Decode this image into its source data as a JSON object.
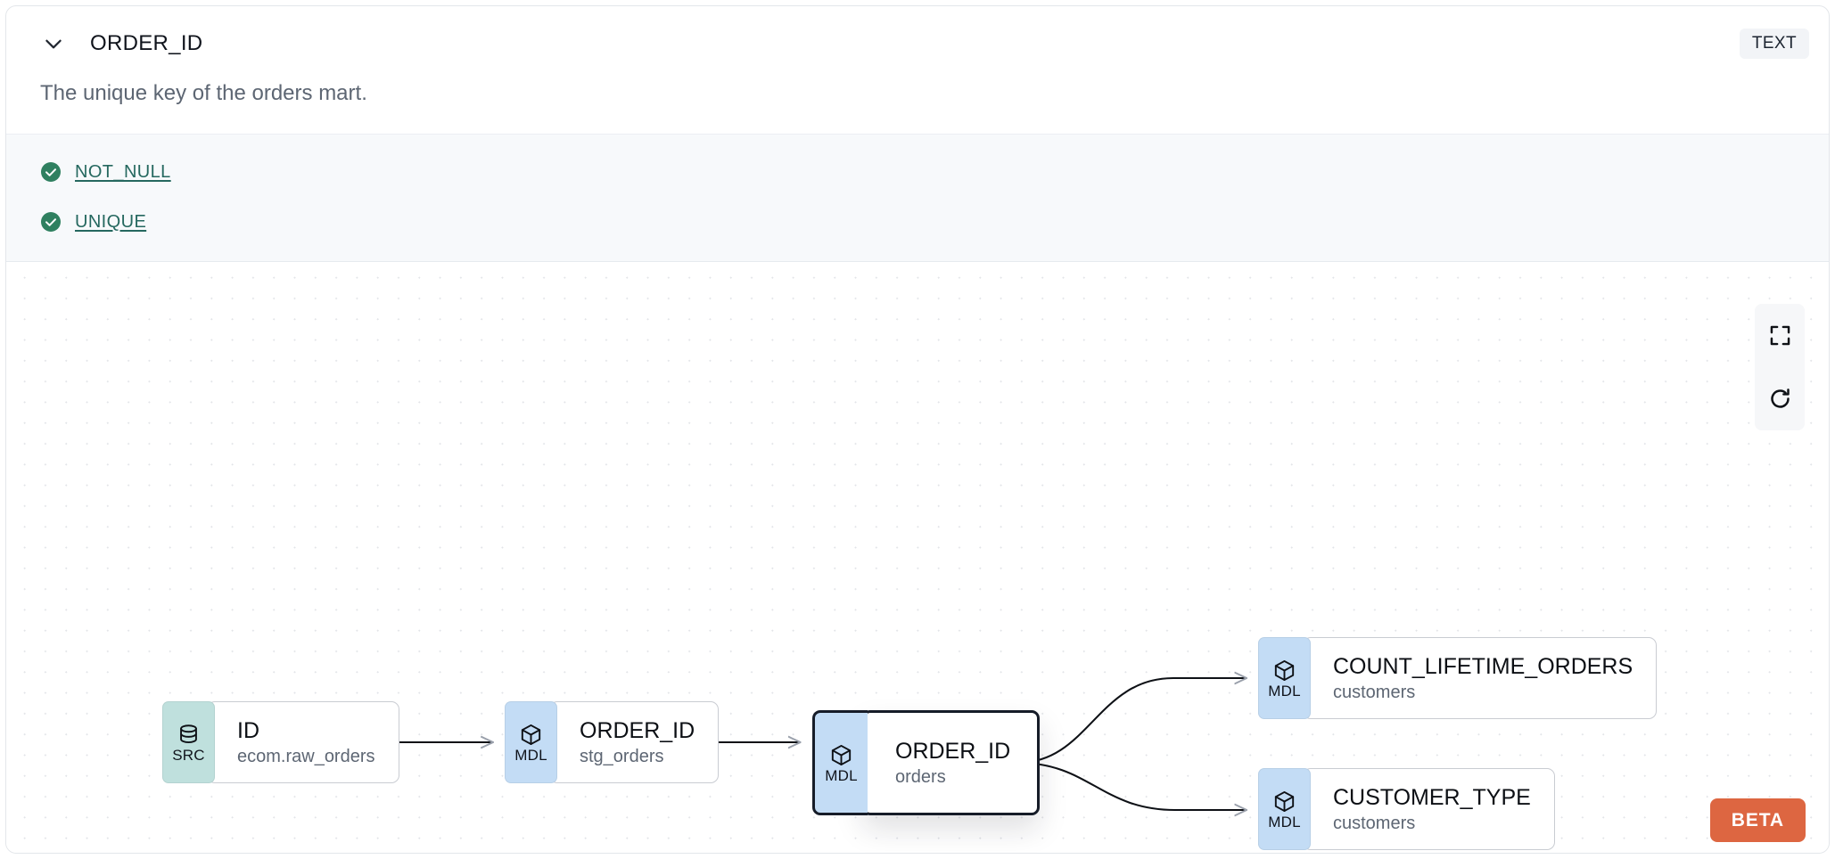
{
  "header": {
    "collapse_icon": "chevron-down-icon",
    "column_name": "ORDER_ID",
    "data_type_badge": "TEXT"
  },
  "description": "The unique key of the orders mart.",
  "tests": {
    "items": [
      {
        "status_icon": "check-circle-icon",
        "label": "NOT_NULL",
        "status": "passing"
      },
      {
        "status_icon": "check-circle-icon",
        "label": "UNIQUE",
        "status": "passing"
      }
    ],
    "pass_color": "#2f8060",
    "link_color": "#25685f"
  },
  "lineage": {
    "nodes": [
      {
        "id": "src",
        "badge": "SRC",
        "badge_icon": "database-icon",
        "badge_color": "#bfe0dd",
        "name": "ID",
        "subtitle": "ecom.raw_orders",
        "selected": false
      },
      {
        "id": "stg",
        "badge": "MDL",
        "badge_icon": "cube-icon",
        "badge_color": "#c3dcf5",
        "name": "ORDER_ID",
        "subtitle": "stg_orders",
        "selected": false
      },
      {
        "id": "orders",
        "badge": "MDL",
        "badge_icon": "cube-icon",
        "badge_color": "#c3dcf5",
        "name": "ORDER_ID",
        "subtitle": "orders",
        "selected": true
      },
      {
        "id": "count",
        "badge": "MDL",
        "badge_icon": "cube-icon",
        "badge_color": "#c3dcf5",
        "name": "COUNT_LIFETIME_ORDERS",
        "subtitle": "customers",
        "selected": false
      },
      {
        "id": "custtype",
        "badge": "MDL",
        "badge_icon": "cube-icon",
        "badge_color": "#c3dcf5",
        "name": "CUSTOMER_TYPE",
        "subtitle": "customers",
        "selected": false
      }
    ],
    "edges": [
      {
        "from": "src",
        "to": "stg"
      },
      {
        "from": "stg",
        "to": "orders"
      },
      {
        "from": "orders",
        "to": "count"
      },
      {
        "from": "orders",
        "to": "custtype"
      }
    ],
    "controls": [
      {
        "name": "fit-view-button",
        "icon": "fit-screen-icon"
      },
      {
        "name": "refresh-button",
        "icon": "refresh-icon"
      }
    ],
    "beta_badge": "BETA"
  }
}
